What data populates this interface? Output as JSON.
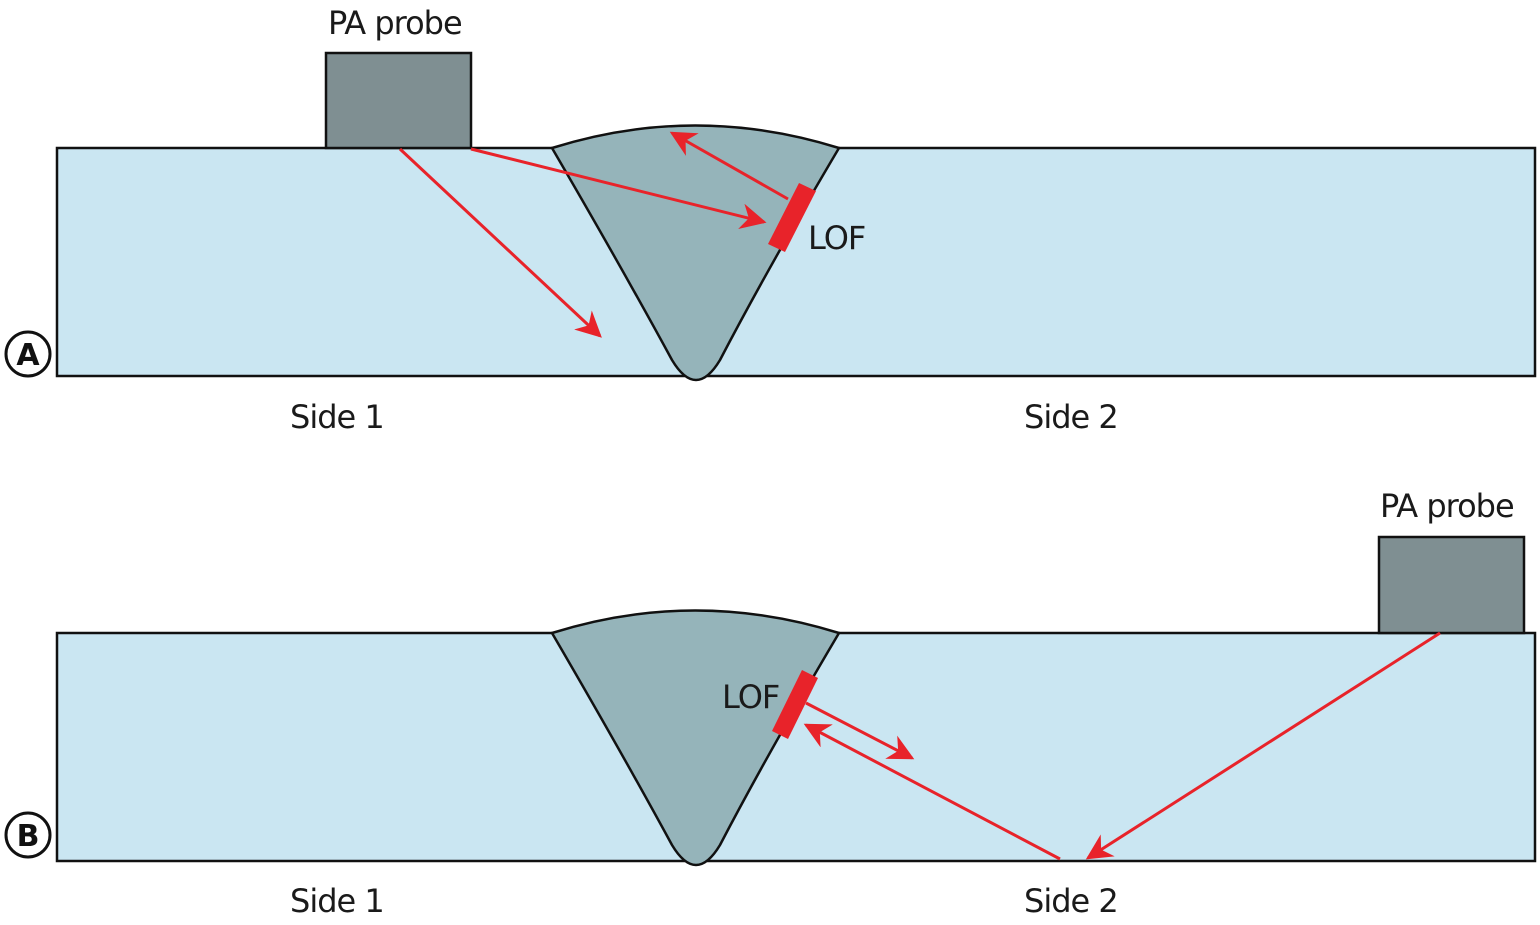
{
  "colors": {
    "plate": "#cae6f2",
    "weld": "#95b4ba",
    "probe": "#7f8f92",
    "beam": "#e8232a",
    "outline": "#111111"
  },
  "panel_a": {
    "badge": "A",
    "probe_label": "PA probe",
    "defect_label": "LOF",
    "side1_label": "Side 1",
    "side2_label": "Side 2"
  },
  "panel_b": {
    "badge": "B",
    "probe_label": "PA probe",
    "defect_label": "LOF",
    "side1_label": "Side 1",
    "side2_label": "Side 2"
  }
}
